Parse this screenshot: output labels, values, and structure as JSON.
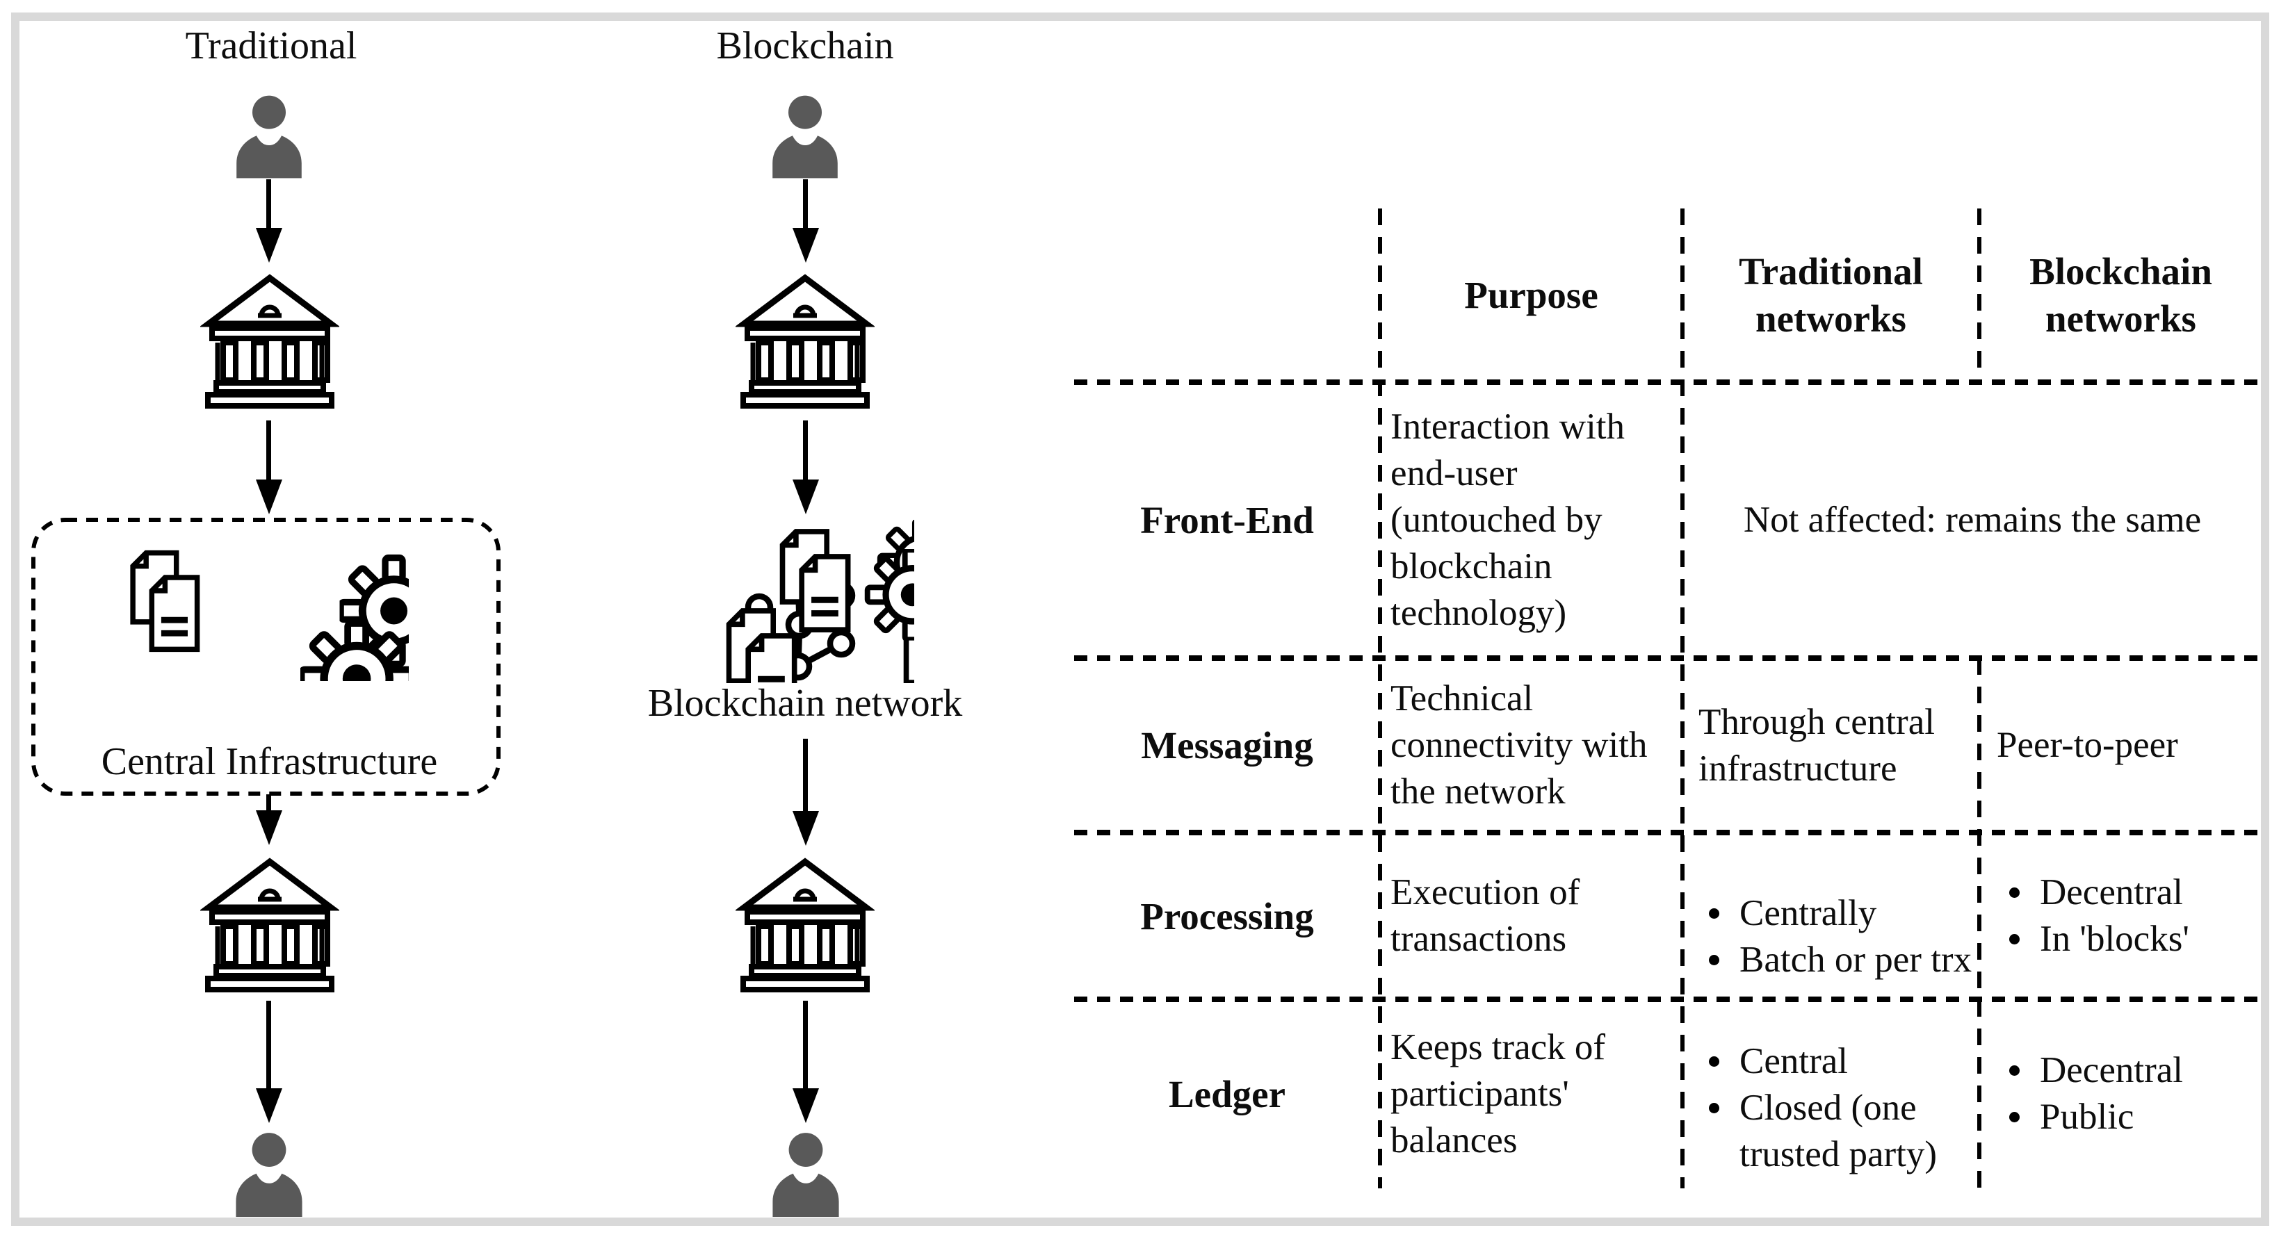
{
  "figure": {
    "titles": {
      "traditional": "Traditional",
      "blockchain": "Blockchain"
    },
    "labels": {
      "central_infrastructure": "Central Infrastructure",
      "blockchain_network": "Blockchain network"
    },
    "icons": {
      "person": "person-silhouette-icon",
      "bank": "bank-building-icon",
      "documents": "document-stack-icon",
      "gears": "gears-icon",
      "network": "network-nodes-icon",
      "arrow": "arrow-down-icon"
    }
  },
  "table": {
    "columns": [
      "Purpose",
      "Traditional networks",
      "Blockchain networks"
    ],
    "rows": [
      {
        "header": "Front-End",
        "purpose": "Interaction with end-user (untouched by blockchain technology)",
        "both": "Not affected: remains the same"
      },
      {
        "header": "Messaging",
        "purpose": "Technical connectivity with the network",
        "traditional": "Through central infrastructure",
        "blockchain": "Peer-to-peer"
      },
      {
        "header": "Processing",
        "purpose": "Execution of transactions",
        "traditional_bullets": [
          "Centrally",
          "Batch or per trx"
        ],
        "blockchain_bullets": [
          "Decentral",
          "In 'blocks'"
        ]
      },
      {
        "header": "Ledger",
        "purpose": "Keeps track of participants' balances",
        "traditional_bullets": [
          "Central",
          "Closed (one trusted party)"
        ],
        "blockchain_bullets": [
          "Decentral",
          "Public"
        ]
      }
    ]
  },
  "colors": {
    "ink": "#000000",
    "person": "#595959",
    "frame": "#d9d9d9",
    "background": "#ffffff"
  }
}
